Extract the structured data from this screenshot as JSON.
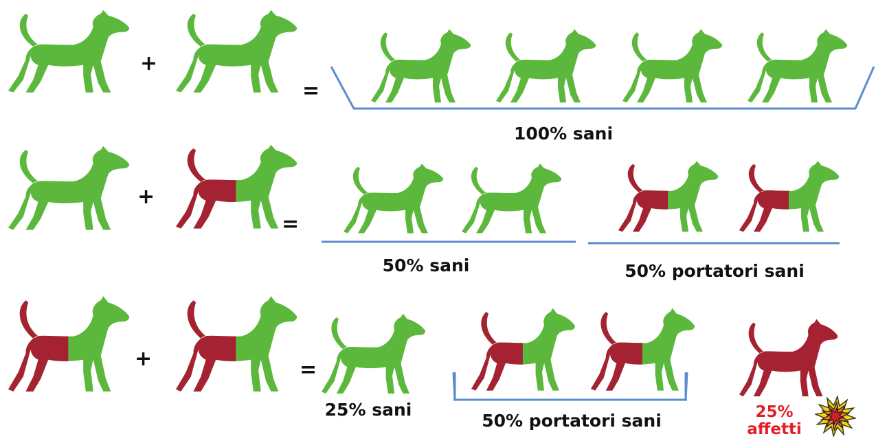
{
  "colors": {
    "healthy": "#5cb83c",
    "affected": "#a52232",
    "bracket": "#5b8bd0",
    "text": "#111111",
    "affected_text": "#e41e26"
  },
  "icons": {
    "dog": "dog-silhouette-icon",
    "burst": "explosion-burst-icon"
  },
  "rows": [
    {
      "parents": [
        "healthy",
        "healthy"
      ],
      "plus": "+",
      "equals": "=",
      "groups": [
        {
          "offspring": [
            "healthy",
            "healthy",
            "healthy",
            "healthy"
          ],
          "label": "100% sani"
        }
      ]
    },
    {
      "parents": [
        "healthy",
        "carrier"
      ],
      "plus": "+",
      "equals": "=",
      "groups": [
        {
          "offspring": [
            "healthy",
            "healthy"
          ],
          "label": "50% sani"
        },
        {
          "offspring": [
            "carrier",
            "carrier"
          ],
          "label": "50% portatori sani"
        }
      ]
    },
    {
      "parents": [
        "carrier",
        "carrier"
      ],
      "plus": "+",
      "equals": "=",
      "groups": [
        {
          "offspring": [
            "healthy"
          ],
          "label": "25% sani"
        },
        {
          "offspring": [
            "carrier",
            "carrier"
          ],
          "label": "50% portatori sani"
        },
        {
          "offspring": [
            "affected"
          ],
          "label_line1": "25%",
          "label_line2": "affetti"
        }
      ]
    }
  ]
}
